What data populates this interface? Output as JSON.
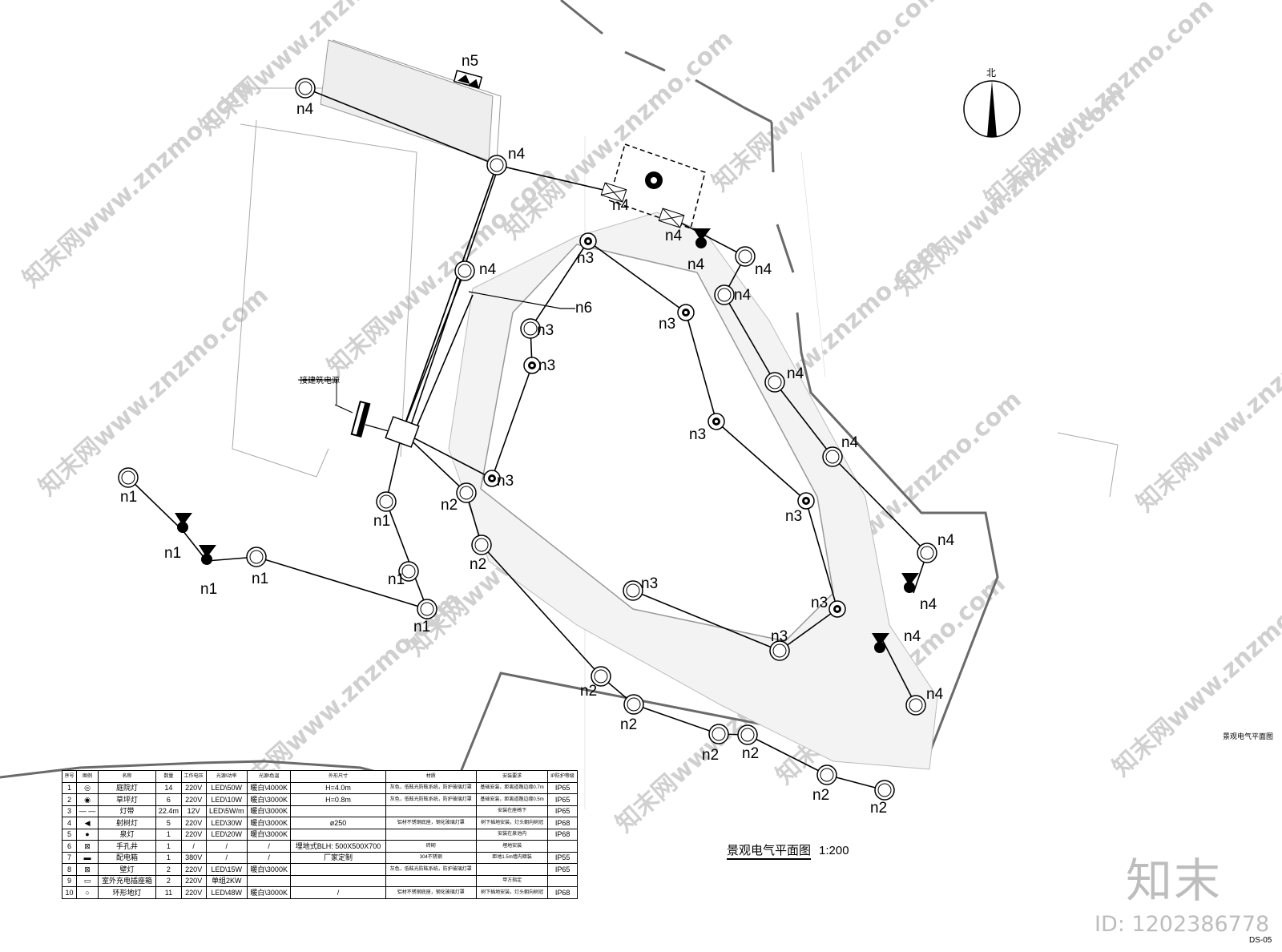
{
  "title": "景观电气平面图",
  "scale": "1:200",
  "north_label": "北",
  "power_source_label": "接建筑电源",
  "sheet_title": "景观电气平面图",
  "drawing_no": "DS-05",
  "brand": {
    "logo": "知末",
    "id": "ID: 1202386778",
    "watermark": "知末网www.znzmo.com"
  },
  "fixture_labels": [
    "n5",
    "n4",
    "n4",
    "n4",
    "n6",
    "n4",
    "n4",
    "n4",
    "n4",
    "n4",
    "n4",
    "n3",
    "n3",
    "n3",
    "n3",
    "n3",
    "n3",
    "n3",
    "n3",
    "n3",
    "n3",
    "n4",
    "n4",
    "n4",
    "n4",
    "n1",
    "n1",
    "n1",
    "n1",
    "n1",
    "n1",
    "n1",
    "n2",
    "n2",
    "n2",
    "n2",
    "n2",
    "n2",
    "n2",
    "n2"
  ],
  "legend": {
    "headers": [
      "序号",
      "图例",
      "名称",
      "数量",
      "工作电压",
      "光源\\功率",
      "光源\\色温",
      "外形尺寸",
      "材质",
      "安装要求",
      "IP防护等级"
    ],
    "rows": [
      [
        "1",
        "◎",
        "庭院灯",
        "14",
        "220V",
        "LED\\50W",
        "暖白\\4000K",
        "H=4.0m",
        "灰色，低眩光防眩系统，防护玻璃灯罩",
        "基础安装，距离道路边缘0.7m",
        "IP65"
      ],
      [
        "2",
        "◉",
        "草坪灯",
        "6",
        "220V",
        "LED\\10W",
        "暖白\\3000K",
        "H=0.8m",
        "灰色，低眩光防眩系统，防护玻璃灯罩",
        "基础安装，距离道路边缘0.5m",
        "IP65"
      ],
      [
        "3",
        "— —",
        "灯带",
        "22.4m",
        "12V",
        "LED\\5W/m",
        "暖白\\3000K",
        "",
        "",
        "安装在座椅下",
        "IP65"
      ],
      [
        "4",
        "◀",
        "射树灯",
        "5",
        "220V",
        "LED\\30W",
        "暖白\\3000K",
        "ø250",
        "铝材不锈钢底座，钢化玻璃灯罩",
        "树下插地安装，灯头朝向树冠",
        "IP68"
      ],
      [
        "5",
        "●",
        "泉灯",
        "1",
        "220V",
        "LED\\20W",
        "暖白\\3000K",
        "",
        "",
        "安装在泉池内",
        "IP68"
      ],
      [
        "6",
        "⊠",
        "手孔井",
        "1",
        "/",
        "/",
        "/",
        "埋地式BLH: 500X500X700",
        "砖砌",
        "埋地安装",
        ""
      ],
      [
        "7",
        "▬",
        "配电箱",
        "1",
        "380V",
        "/",
        "/",
        "厂家定制",
        "304不锈钢",
        "距地1.5m墙内暗装",
        "IP55"
      ],
      [
        "8",
        "⊠",
        "壁灯",
        "2",
        "220V",
        "LED\\15W",
        "暖白\\3000K",
        "",
        "灰色，低眩光防眩系统，防护玻璃灯罩",
        "",
        "IP65"
      ],
      [
        "9",
        "▭",
        "室外充电插座箱",
        "2",
        "220V",
        "单组2KW",
        "",
        "",
        "",
        "甲方指定",
        ""
      ],
      [
        "10",
        "○",
        "环形地灯",
        "11",
        "220V",
        "LED\\48W",
        "暖白\\3000K",
        "/",
        "铝材不锈钢底座，钢化玻璃灯罩",
        "树下插地安装，灯头朝向树冠",
        "IP68"
      ]
    ]
  }
}
